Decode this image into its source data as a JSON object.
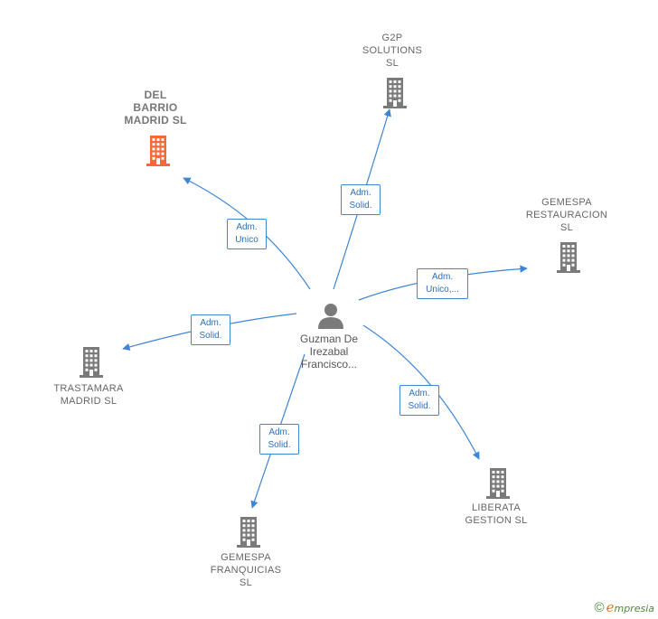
{
  "center": {
    "name_lines": [
      "Guzman De",
      "Irezabal",
      "Francisco..."
    ],
    "icon": "person-icon"
  },
  "companies": [
    {
      "id": "del-barrio-madrid",
      "name_lines": [
        "DEL",
        "BARRIO",
        "MADRID  SL"
      ],
      "highlight": true,
      "color": "#f26a3a"
    },
    {
      "id": "g2p-solutions",
      "name_lines": [
        "G2P",
        "SOLUTIONS",
        "SL"
      ],
      "highlight": false,
      "color": "#7a7a7a"
    },
    {
      "id": "gemespa-restauracion",
      "name_lines": [
        "GEMESPA",
        "RESTAURACION",
        "SL"
      ],
      "highlight": false,
      "color": "#7a7a7a"
    },
    {
      "id": "trastamara-madrid",
      "name_lines": [
        "TRASTAMARA",
        "MADRID  SL"
      ],
      "highlight": false,
      "color": "#7a7a7a"
    },
    {
      "id": "liberata-gestion",
      "name_lines": [
        "LIBERATA",
        "GESTION  SL"
      ],
      "highlight": false,
      "color": "#7a7a7a"
    },
    {
      "id": "gemespa-franquicias",
      "name_lines": [
        "GEMESPA",
        "FRANQUICIAS",
        "SL"
      ],
      "highlight": false,
      "color": "#7a7a7a"
    }
  ],
  "edges": [
    {
      "target": "del-barrio-madrid",
      "label_lines": [
        "Adm.",
        "Unico"
      ]
    },
    {
      "target": "g2p-solutions",
      "label_lines": [
        "Adm.",
        "Solid."
      ]
    },
    {
      "target": "gemespa-restauracion",
      "label_lines": [
        "Adm.",
        "Unico,..."
      ]
    },
    {
      "target": "trastamara-madrid",
      "label_lines": [
        "Adm.",
        "Solid."
      ]
    },
    {
      "target": "liberata-gestion",
      "label_lines": [
        "Adm.",
        "Solid."
      ]
    },
    {
      "target": "gemespa-franquicias",
      "label_lines": [
        "Adm.",
        "Solid."
      ]
    }
  ],
  "colors": {
    "edge": "#3d86d6",
    "badge_text": "#2f6fb8",
    "person": "#7a7a7a"
  },
  "footer": {
    "copyright_symbol": "©",
    "brand_initial": "e",
    "brand_rest": "mpresia"
  }
}
